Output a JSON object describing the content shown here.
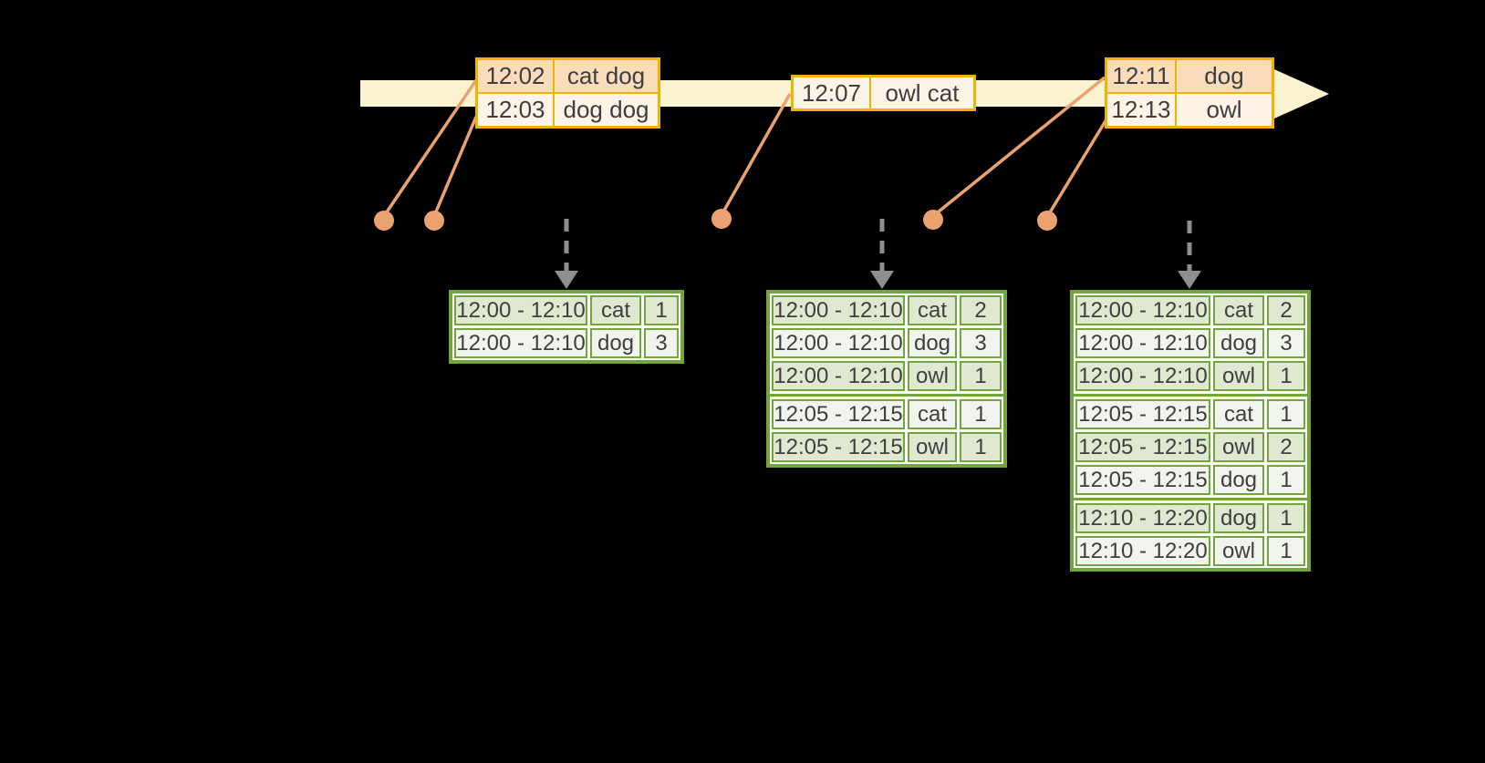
{
  "colors": {
    "background": "#000000",
    "timeline_band": "#fbf2cf",
    "event_table_border": "#f1b301",
    "event_row_highlight": "#fadcbb",
    "event_row_normal": "#fdf3e6",
    "connector_and_dots": "#eba271",
    "trigger_arrow": "#8f8f8f",
    "result_table_border": "#72a63c",
    "result_row_tint": "#dfe9d1",
    "result_row_light": "#f1f4ec",
    "text": "#3e3e3e"
  },
  "timeline": {
    "event_tables": [
      {
        "rows": [
          {
            "time": "12:02",
            "words": "cat dog"
          },
          {
            "time": "12:03",
            "words": "dog dog"
          }
        ]
      },
      {
        "rows": [
          {
            "time": "12:07",
            "words": "owl cat"
          }
        ]
      },
      {
        "rows": [
          {
            "time": "12:11",
            "words": "dog"
          },
          {
            "time": "12:13",
            "words": "owl"
          }
        ]
      }
    ]
  },
  "result_tables": [
    {
      "rows": [
        {
          "window": "12:00 - 12:10",
          "word": "cat",
          "count": "1"
        },
        {
          "window": "12:00 - 12:10",
          "word": "dog",
          "count": "3"
        }
      ]
    },
    {
      "rows": [
        {
          "window": "12:00 - 12:10",
          "word": "cat",
          "count": "2"
        },
        {
          "window": "12:00 - 12:10",
          "word": "dog",
          "count": "3"
        },
        {
          "window": "12:00 - 12:10",
          "word": "owl",
          "count": "1"
        },
        {
          "window": "12:05 - 12:15",
          "word": "cat",
          "count": "1"
        },
        {
          "window": "12:05 - 12:15",
          "word": "owl",
          "count": "1"
        }
      ]
    },
    {
      "rows": [
        {
          "window": "12:00 - 12:10",
          "word": "cat",
          "count": "2"
        },
        {
          "window": "12:00 - 12:10",
          "word": "dog",
          "count": "3"
        },
        {
          "window": "12:00 - 12:10",
          "word": "owl",
          "count": "1"
        },
        {
          "window": "12:05 - 12:15",
          "word": "cat",
          "count": "1"
        },
        {
          "window": "12:05 - 12:15",
          "word": "owl",
          "count": "2"
        },
        {
          "window": "12:05 - 12:15",
          "word": "dog",
          "count": "1"
        },
        {
          "window": "12:10 - 12:20",
          "word": "dog",
          "count": "1"
        },
        {
          "window": "12:10 - 12:20",
          "word": "owl",
          "count": "1"
        }
      ]
    }
  ]
}
